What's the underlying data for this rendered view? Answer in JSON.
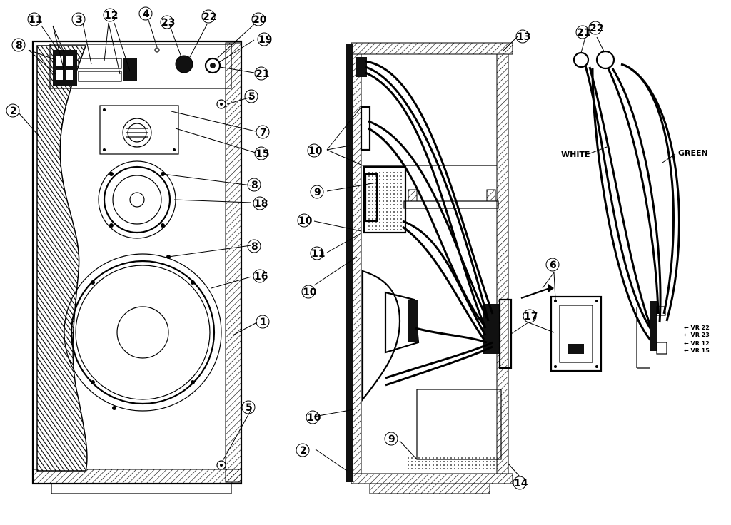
{
  "callouts": {
    "n1": "1",
    "n2": "2",
    "n3": "3",
    "n4": "4",
    "n5": "5",
    "n6": "6",
    "n7": "7",
    "n8": "8",
    "n9": "9",
    "n10": "10",
    "n11": "11",
    "n12": "12",
    "n13": "13",
    "n14": "14",
    "n15": "15",
    "n16": "16",
    "n17": "17",
    "n18": "18",
    "n19": "19",
    "n20": "20",
    "n21": "21",
    "n22": "22",
    "n23": "23"
  },
  "wire_labels": {
    "white": "WHITE",
    "green": "GREEN"
  },
  "terminal_labels": {
    "vr22": "VR 22",
    "vr23": "VR 23",
    "vr12": "VR 12",
    "vr15": "VR 15"
  },
  "colors": {
    "ink": "#000000",
    "paper": "#ffffff",
    "hatch": "#1a1a1a"
  }
}
